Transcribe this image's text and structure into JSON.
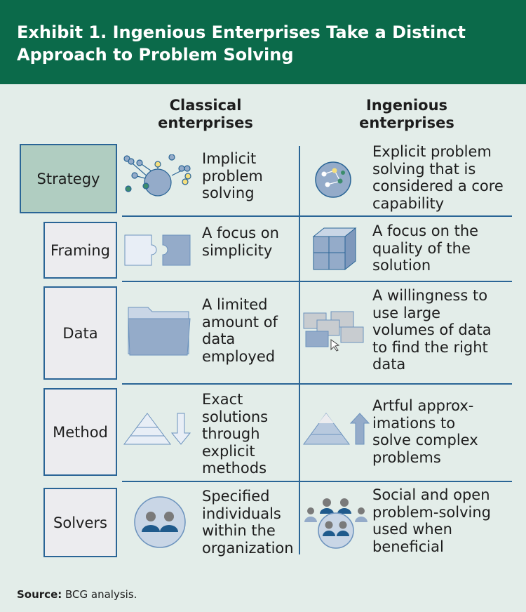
{
  "title": "Exhibit 1. Ingenious Enterprises Take a Distinct Approach to Problem Solving",
  "columns": {
    "classical": "Classical enterprises",
    "ingenious": "Ingenious enterprises"
  },
  "rows": [
    {
      "label": "Strategy",
      "classical": "Implicit problem solving",
      "ingenious": "Explicit problem solving that is considered a core capability",
      "classical_icon": "network-sphere-icon",
      "ingenious_icon": "connected-globe-icon"
    },
    {
      "label": "Framing",
      "classical": "A focus on simplicity",
      "ingenious": "A focus on the quality of the solution",
      "classical_icon": "two-puzzle-pieces-icon",
      "ingenious_icon": "puzzle-cube-icon"
    },
    {
      "label": "Data",
      "classical": "A limited amount of data employed",
      "ingenious": "A willingness to use large volumes of data to find the right data",
      "classical_icon": "folder-icon",
      "ingenious_icon": "many-folders-cursor-icon"
    },
    {
      "label": "Method",
      "classical": "Exact solutions through explicit methods",
      "ingenious": "Artful approx-imations to solve complex problems",
      "classical_icon": "pyramid-arrow-down-icon",
      "ingenious_icon": "pyramid-arrow-up-icon"
    },
    {
      "label": "Solvers",
      "classical": "Specified individuals within the organization",
      "ingenious": "Social and open problem-solving used when beneficial",
      "classical_icon": "two-people-icon",
      "ingenious_icon": "crowd-people-icon"
    }
  ],
  "source": {
    "label": "Source:",
    "text": " BCG analysis."
  }
}
